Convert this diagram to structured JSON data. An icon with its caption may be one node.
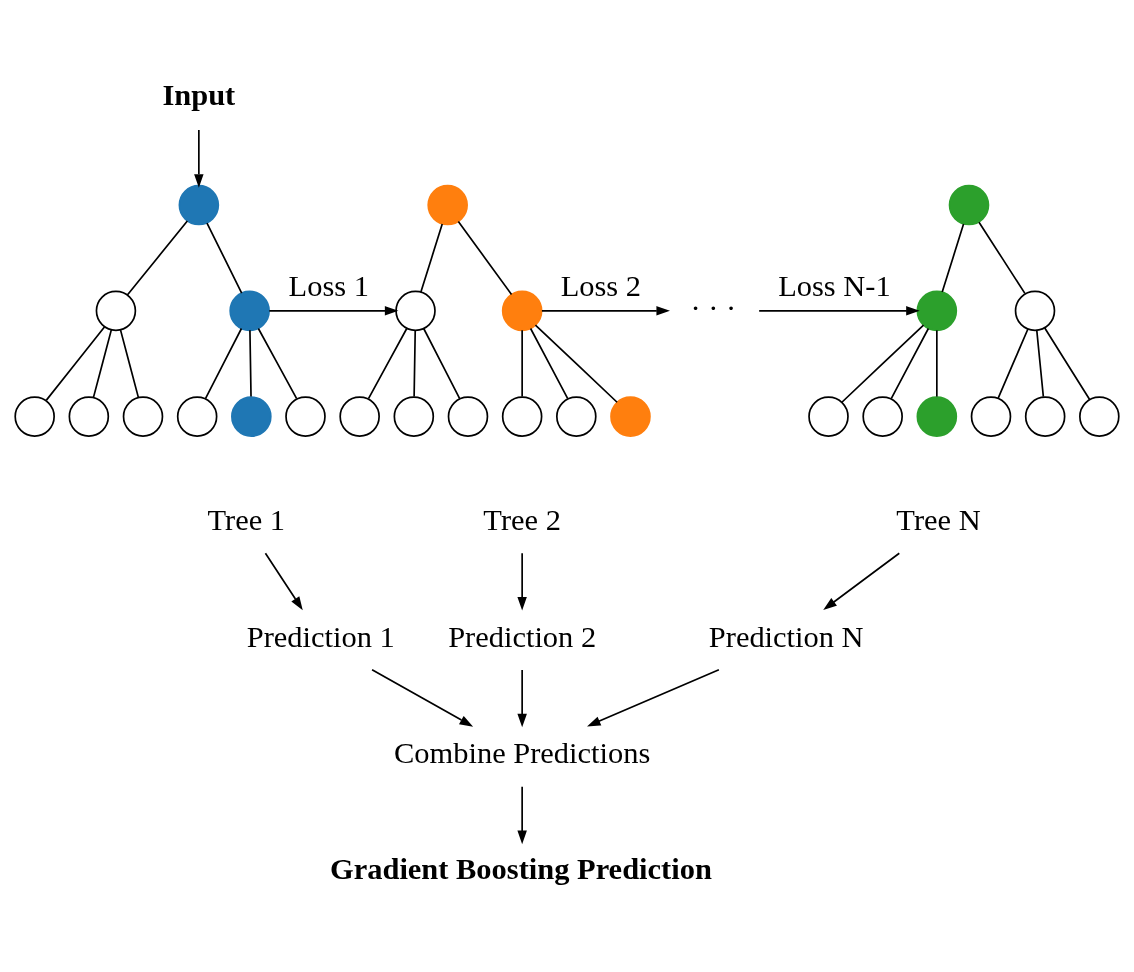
{
  "diagram": {
    "nodes": [
      {
        "text": [
          "Input"
        ]
      },
      {
        "text": [],
        "shape": "circle"
      },
      {
        "text": [],
        "shape": "circle"
      },
      {
        "text": [],
        "shape": "circle"
      },
      {
        "text": [],
        "shape": "circle"
      },
      {
        "text": [],
        "shape": "circle"
      },
      {
        "text": [],
        "shape": "circle"
      },
      {
        "text": [],
        "shape": "circle"
      },
      {
        "text": [],
        "shape": "circle"
      },
      {
        "text": [],
        "shape": "circle"
      },
      {
        "text": [
          "Tree 1"
        ]
      },
      {
        "text": [],
        "shape": "circle"
      },
      {
        "text": [],
        "shape": "circle"
      },
      {
        "text": [],
        "shape": "circle"
      },
      {
        "text": [],
        "shape": "circle"
      },
      {
        "text": [],
        "shape": "circle"
      },
      {
        "text": [],
        "shape": "circle"
      },
      {
        "text": [],
        "shape": "circle"
      },
      {
        "text": [],
        "shape": "circle"
      },
      {
        "text": [],
        "shape": "circle"
      },
      {
        "text": [
          "Tree 2"
        ]
      },
      {
        "text": [
          "· · ·"
        ]
      },
      {
        "text": [],
        "shape": "circle"
      },
      {
        "text": [],
        "shape": "circle"
      },
      {
        "text": [],
        "shape": "circle"
      },
      {
        "text": [],
        "shape": "circle"
      },
      {
        "text": [],
        "shape": "circle"
      },
      {
        "text": [],
        "shape": "circle"
      },
      {
        "text": [],
        "shape": "circle"
      },
      {
        "text": [],
        "shape": "circle"
      },
      {
        "text": [],
        "shape": "circle"
      },
      {
        "text": [
          "Tree N"
        ]
      },
      {
        "text": [
          "Prediction 1"
        ]
      },
      {
        "text": [
          "Prediction 2"
        ]
      },
      {
        "text": [
          "Prediction N"
        ]
      },
      {
        "text": [
          "Combine Predictions"
        ]
      },
      {
        "text": [
          "Gradient Boosting Prediction"
        ]
      }
    ],
    "edges": [
      {
        "from": 0,
        "to": 1,
        "arrow": "to"
      },
      {
        "from": 1,
        "to": 2,
        "arrow": "none"
      },
      {
        "from": 1,
        "to": 3,
        "arrow": "none"
      },
      {
        "from": 2,
        "to": 4,
        "arrow": "none"
      },
      {
        "from": 2,
        "to": 5,
        "arrow": "none"
      },
      {
        "from": 2,
        "to": 6,
        "arrow": "none"
      },
      {
        "from": 3,
        "to": 7,
        "arrow": "none"
      },
      {
        "from": 3,
        "to": 8,
        "arrow": "none"
      },
      {
        "from": 3,
        "to": 9,
        "arrow": "none"
      },
      {
        "from": 3,
        "to": 12,
        "arrow": "to",
        "label": "Loss 1"
      },
      {
        "from": 11,
        "to": 12,
        "arrow": "none"
      },
      {
        "from": 11,
        "to": 13,
        "arrow": "none"
      },
      {
        "from": 12,
        "to": 14,
        "arrow": "none"
      },
      {
        "from": 12,
        "to": 15,
        "arrow": "none"
      },
      {
        "from": 12,
        "to": 16,
        "arrow": "none"
      },
      {
        "from": 13,
        "to": 17,
        "arrow": "none"
      },
      {
        "from": 13,
        "to": 18,
        "arrow": "none"
      },
      {
        "from": 13,
        "to": 19,
        "arrow": "none"
      },
      {
        "from": 13,
        "to": 21,
        "arrow": "to",
        "label": "Loss 2"
      },
      {
        "from": 21,
        "to": 23,
        "arrow": "to",
        "label": "Loss N-1"
      },
      {
        "from": 22,
        "to": 23,
        "arrow": "none"
      },
      {
        "from": 22,
        "to": 24,
        "arrow": "none"
      },
      {
        "from": 23,
        "to": 25,
        "arrow": "none"
      },
      {
        "from": 23,
        "to": 26,
        "arrow": "none"
      },
      {
        "from": 23,
        "to": 27,
        "arrow": "none"
      },
      {
        "from": 24,
        "to": 28,
        "arrow": "none"
      },
      {
        "from": 24,
        "to": 29,
        "arrow": "none"
      },
      {
        "from": 24,
        "to": 30,
        "arrow": "none"
      },
      {
        "from": 10,
        "to": 32,
        "arrow": "to"
      },
      {
        "from": 20,
        "to": 33,
        "arrow": "to"
      },
      {
        "from": 31,
        "to": 34,
        "arrow": "to"
      },
      {
        "from": 32,
        "to": 35,
        "arrow": "to"
      },
      {
        "from": 33,
        "to": 35,
        "arrow": "to"
      },
      {
        "from": 34,
        "to": 35,
        "arrow": "to"
      },
      {
        "from": 35,
        "to": 36,
        "arrow": "to"
      }
    ]
  }
}
